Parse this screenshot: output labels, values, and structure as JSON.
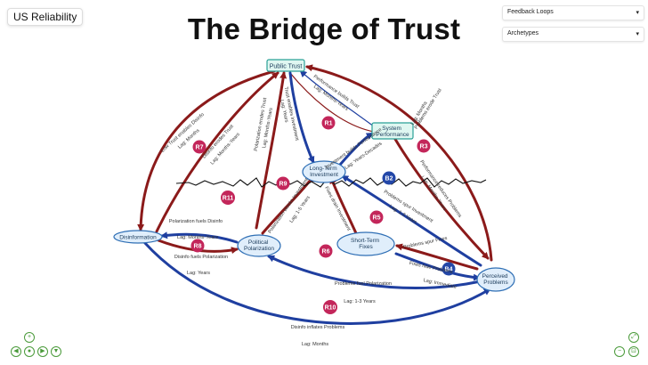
{
  "app": {
    "title": "US Reliability"
  },
  "diagram": {
    "title": "The Bridge of Trust"
  },
  "controls": {
    "feedback_loops": "Feedback Loops",
    "archetypes": "Archetypes",
    "caret": "▾"
  },
  "colors": {
    "reinforcing": "#8b1a1a",
    "balancing": "#1f3fa0",
    "loop_r": "#c3265a",
    "loop_b": "#2347a8",
    "node_fill": "#e0eefb",
    "node_stroke": "#2f6fb5",
    "trust_fill": "#dff7f1",
    "trust_stroke": "#2aa197"
  },
  "nodes": {
    "public_trust": "Public Trust",
    "system_performance": "System Performance",
    "long_term_investment": "Long-Term Investment",
    "disinformation": "Disinformation",
    "political_polarization": "Political Polarization",
    "short_term_fixes": "Short-Term Fixes",
    "perceived_problems": "Perceived Problems"
  },
  "loops": {
    "r1": "R1",
    "r3": "R3",
    "r5": "R5",
    "r6": "R6",
    "r7": "R7",
    "r8": "R8",
    "r9": "R9",
    "r10": "R10",
    "r11": "R11",
    "b2": "B2",
    "b4": "B4"
  },
  "edge_labels": {
    "low_trust_enables": "Low Trust enables Disinfo",
    "lag_months_1": "Lag: Months",
    "disinfo_erodes": "Disinfo erodes Trust",
    "lag_months_years_1": "Lag: Months-Years",
    "polarization_erodes": "Polarization erodes Trust",
    "lag_months_years_2": "Lag: Months-Years",
    "trust_enables": "Trust enables Investment",
    "lag_years_1": "Lag: Years",
    "performance_builds": "Performance builds Trust",
    "lag_months_years_3": "Lag: Months-Years",
    "investment_builds": "Investment builds Performance",
    "lag_years_decades": "Lag: Years-Decades",
    "problems_erode": "Problems erode Trust",
    "lag_months_2": "Lag: Months",
    "performance_reduces": "Performance reduces Problems",
    "lag_months_years_4": "Lag: Months-Years",
    "polarization_blocks": "Polarization blocks Investment",
    "lag_1_5": "Lag: 1-5 Years",
    "fixes_drain": "Fixes drain Investment",
    "problems_spur_investment": "Problems spur Investment",
    "lag_1_3_a": "Lag: 1-3 Years",
    "problems_spur_fixes": "Problems spur Fixes",
    "fixes_hide": "Fixes hide Problems",
    "lag_immediate": "Lag: Immediate",
    "polarization_fuels": "Polarization fuels Disinfo",
    "lag_months_years_5": "Lag: Months-Years",
    "disinfo_fuels": "Disinfo fuels Polarization",
    "lag_years_2": "Lag: Years",
    "problems_fuel": "Problems fuel Polarization",
    "lag_1_3_b": "Lag: 1-3 Years",
    "disinfo_inflates": "Disinfo inflates Problems",
    "lag_months_3": "Lag: Months"
  }
}
